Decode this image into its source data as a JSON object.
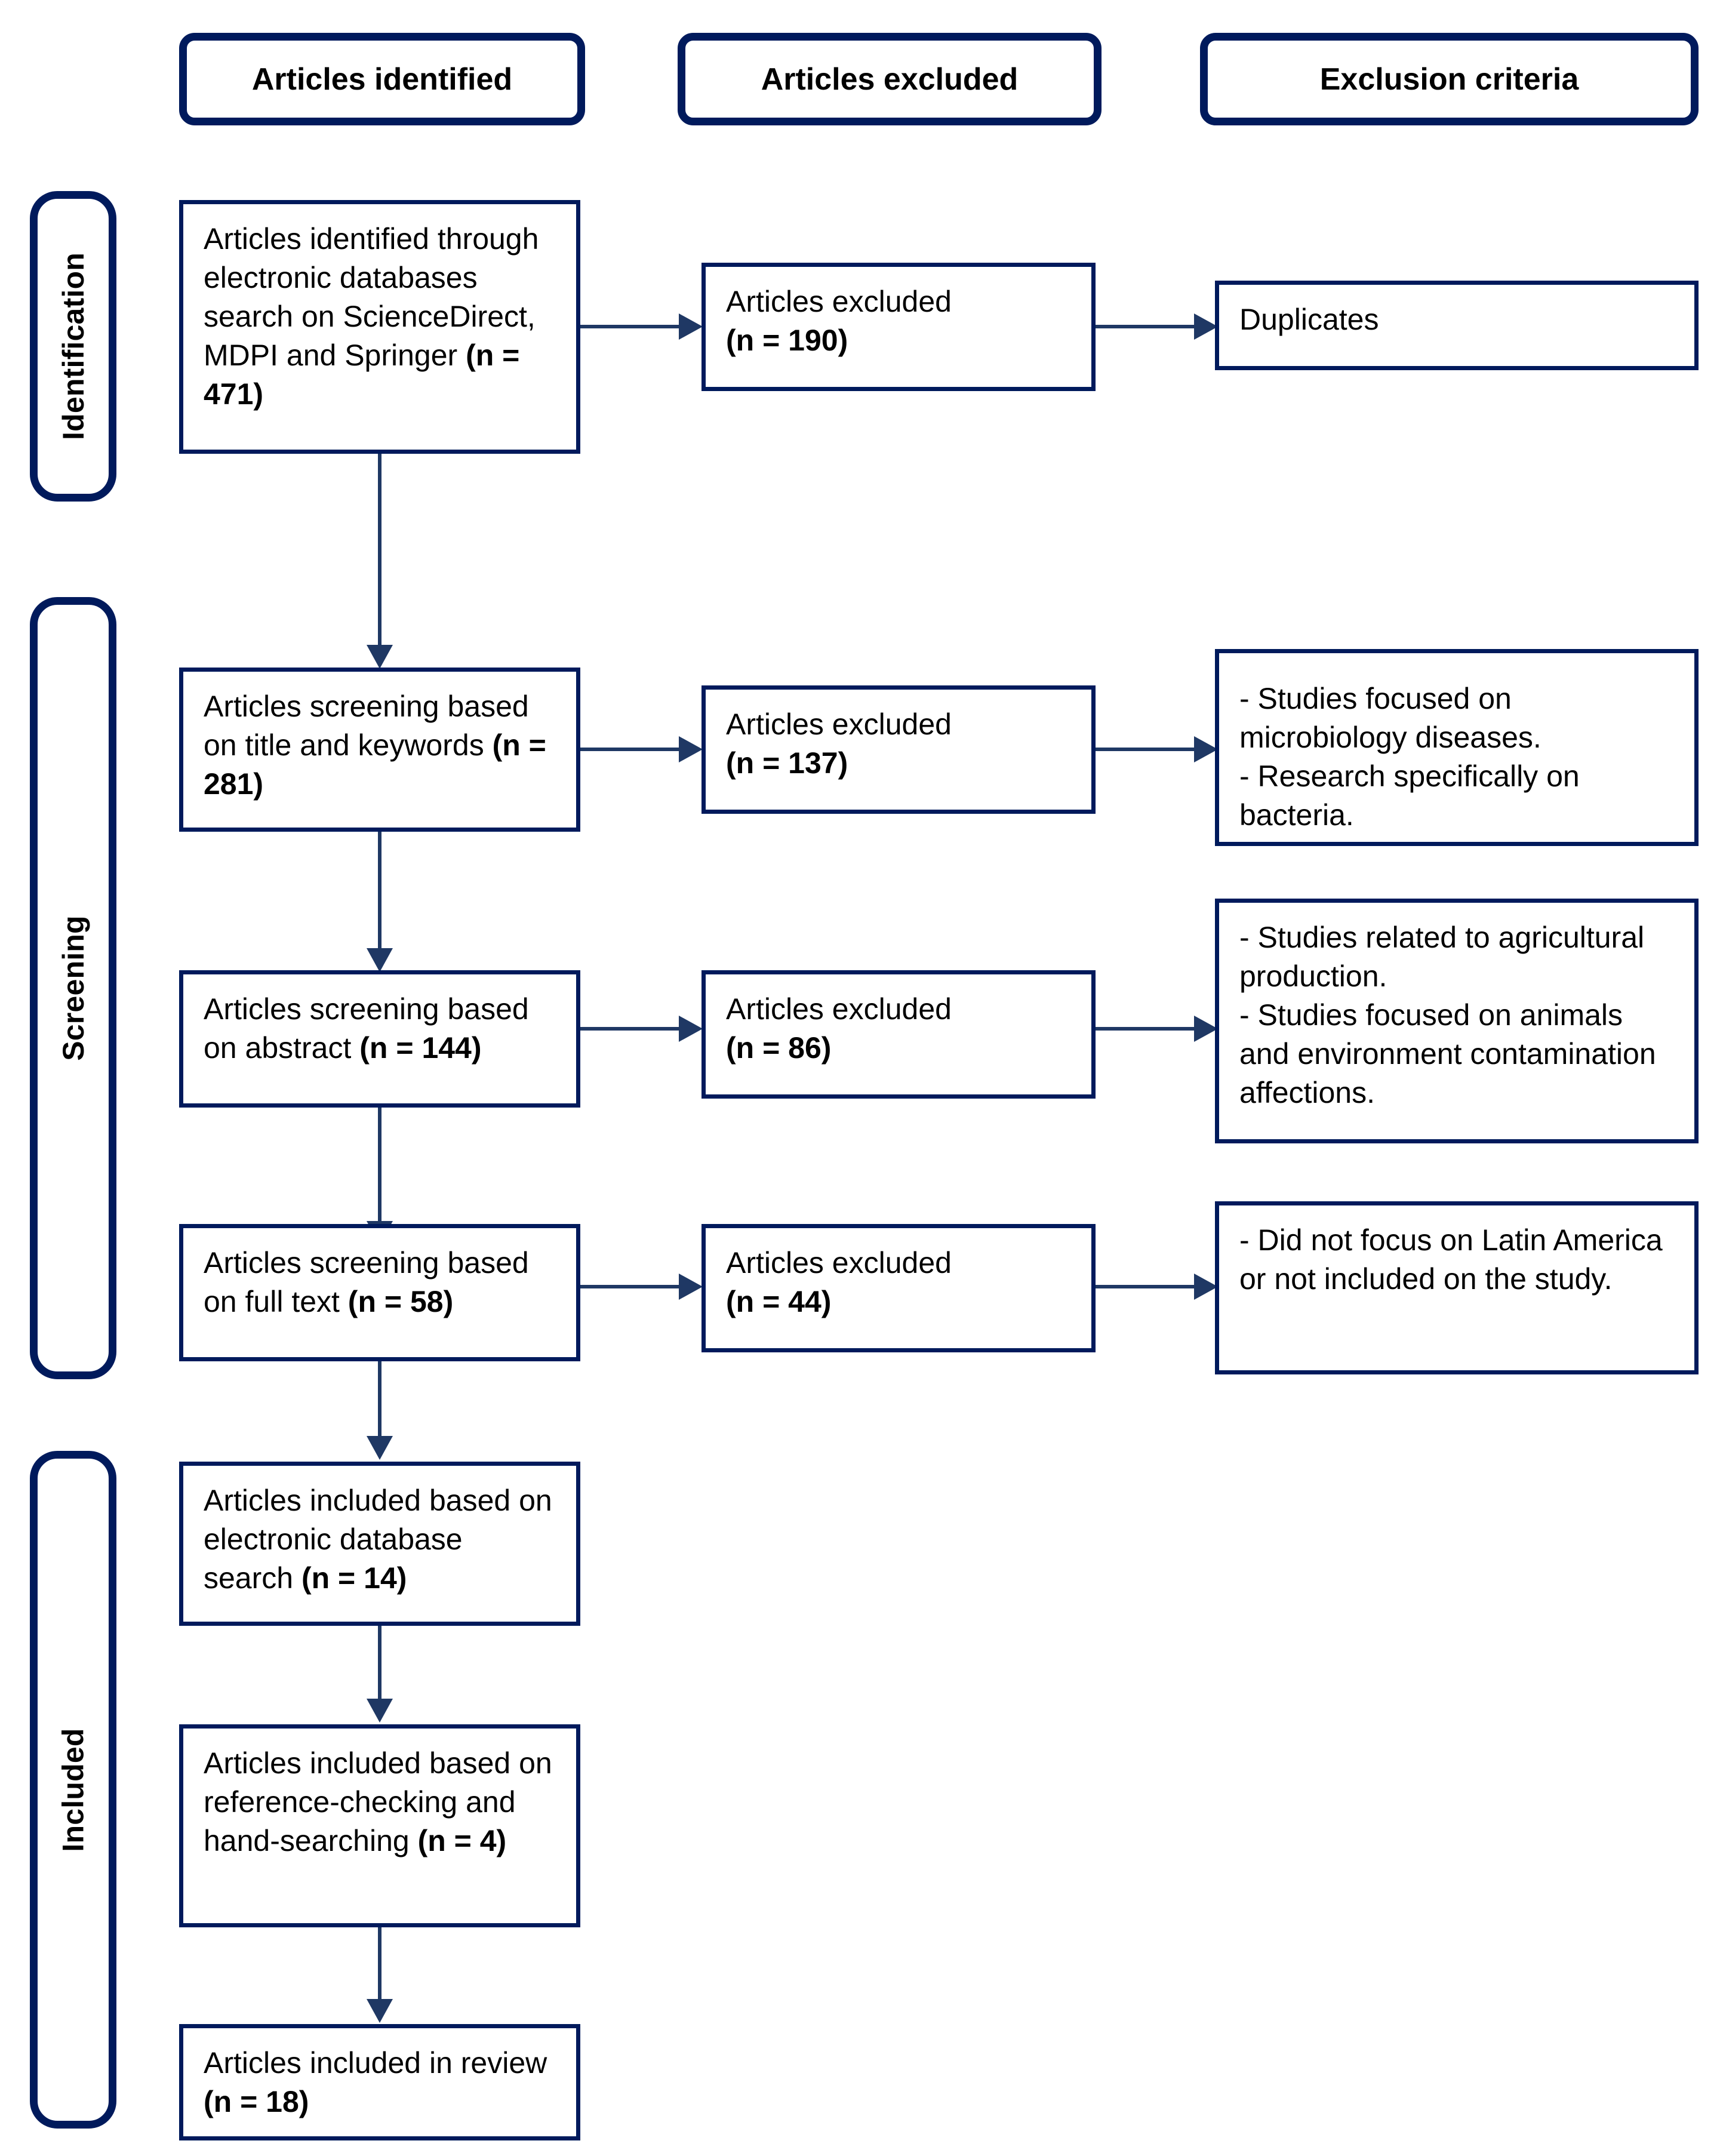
{
  "diagram": {
    "title": "PRISMA article selection flow",
    "accent_color": "#001A5C",
    "connector_color": "#1F3864"
  },
  "headers": [
    {
      "id": "articles-identified",
      "label": "Articles identified"
    },
    {
      "id": "articles-excluded",
      "label": "Articles excluded"
    },
    {
      "id": "exclusion-criteria",
      "label": "Exclusion criteria"
    }
  ],
  "stages": [
    {
      "id": "identification",
      "label": "Identification"
    },
    {
      "id": "screening",
      "label": "Screening"
    },
    {
      "id": "included",
      "label": "Included"
    }
  ],
  "identified": {
    "row1": {
      "lead": "Articles identified through electronic databases search on ScienceDirect, MDPI and Springer ",
      "count": "(n = 471)"
    },
    "row2": {
      "lead": "Articles screening based on title and keywords ",
      "count": "(n = 281)"
    },
    "row3": {
      "lead": "Articles screening based on abstract ",
      "count": "(n = 144)"
    },
    "row4": {
      "lead": "Articles screening based on full text ",
      "count": "(n = 58)"
    },
    "row5": {
      "lead": "Articles included based on electronic database search ",
      "count": "(n = 14)"
    },
    "row6": {
      "lead": "Articles included based on reference-checking and hand-searching ",
      "count": "(n = 4)"
    },
    "row7": {
      "lead": "Articles included in review ",
      "count": "(n = 18)"
    }
  },
  "excluded": {
    "row1": {
      "lead": "Articles excluded",
      "count": "(n = 190)"
    },
    "row2": {
      "lead": "Articles excluded",
      "count": "(n = 137)"
    },
    "row3": {
      "lead": "Articles excluded",
      "count": "(n = 86)"
    },
    "row4": {
      "lead": "Articles excluded",
      "count": "(n = 44)"
    }
  },
  "criteria": {
    "row1": {
      "text": "Duplicates"
    },
    "row2": {
      "text": "- Studies focused on microbiology diseases.\n- Research specifically on bacteria."
    },
    "row3": {
      "text": "- Studies related to agricultural production.\n- Studies focused on animals and environment contamination affections."
    },
    "row4": {
      "text": "- Did not focus on Latin America or not included on the study."
    }
  },
  "chart_data": {
    "type": "table",
    "title": "PRISMA article selection flow",
    "columns": [
      "Articles identified",
      "Articles excluded",
      "Exclusion criteria"
    ],
    "stages": [
      "Identification",
      "Screening",
      "Included"
    ],
    "rows": [
      {
        "stage": "Identification",
        "identified": "Articles identified through electronic databases search on ScienceDirect, MDPI and Springer (n = 471)",
        "identified_n": 471,
        "excluded": "Articles excluded (n = 190)",
        "excluded_n": 190,
        "criteria": "Duplicates"
      },
      {
        "stage": "Screening",
        "identified": "Articles screening based on title and keywords (n = 281)",
        "identified_n": 281,
        "excluded": "Articles excluded (n = 137)",
        "excluded_n": 137,
        "criteria": "- Studies focused on microbiology diseases. - Research specifically on bacteria."
      },
      {
        "stage": "Screening",
        "identified": "Articles screening based on abstract (n = 144)",
        "identified_n": 144,
        "excluded": "Articles excluded (n = 86)",
        "excluded_n": 86,
        "criteria": "- Studies related to agricultural production. - Studies focused on animals and environment contamination affections."
      },
      {
        "stage": "Screening",
        "identified": "Articles screening based on full text (n = 58)",
        "identified_n": 58,
        "excluded": "Articles excluded (n = 44)",
        "excluded_n": 44,
        "criteria": "- Did not focus on Latin America or not included on the study."
      },
      {
        "stage": "Included",
        "identified": "Articles included based on electronic database search (n = 14)",
        "identified_n": 14,
        "excluded": "",
        "excluded_n": null,
        "criteria": ""
      },
      {
        "stage": "Included",
        "identified": "Articles included based on reference-checking and hand-searching (n = 4)",
        "identified_n": 4,
        "excluded": "",
        "excluded_n": null,
        "criteria": ""
      },
      {
        "stage": "Included",
        "identified": "Articles included in review (n = 18)",
        "identified_n": 18,
        "excluded": "",
        "excluded_n": null,
        "criteria": ""
      }
    ]
  }
}
